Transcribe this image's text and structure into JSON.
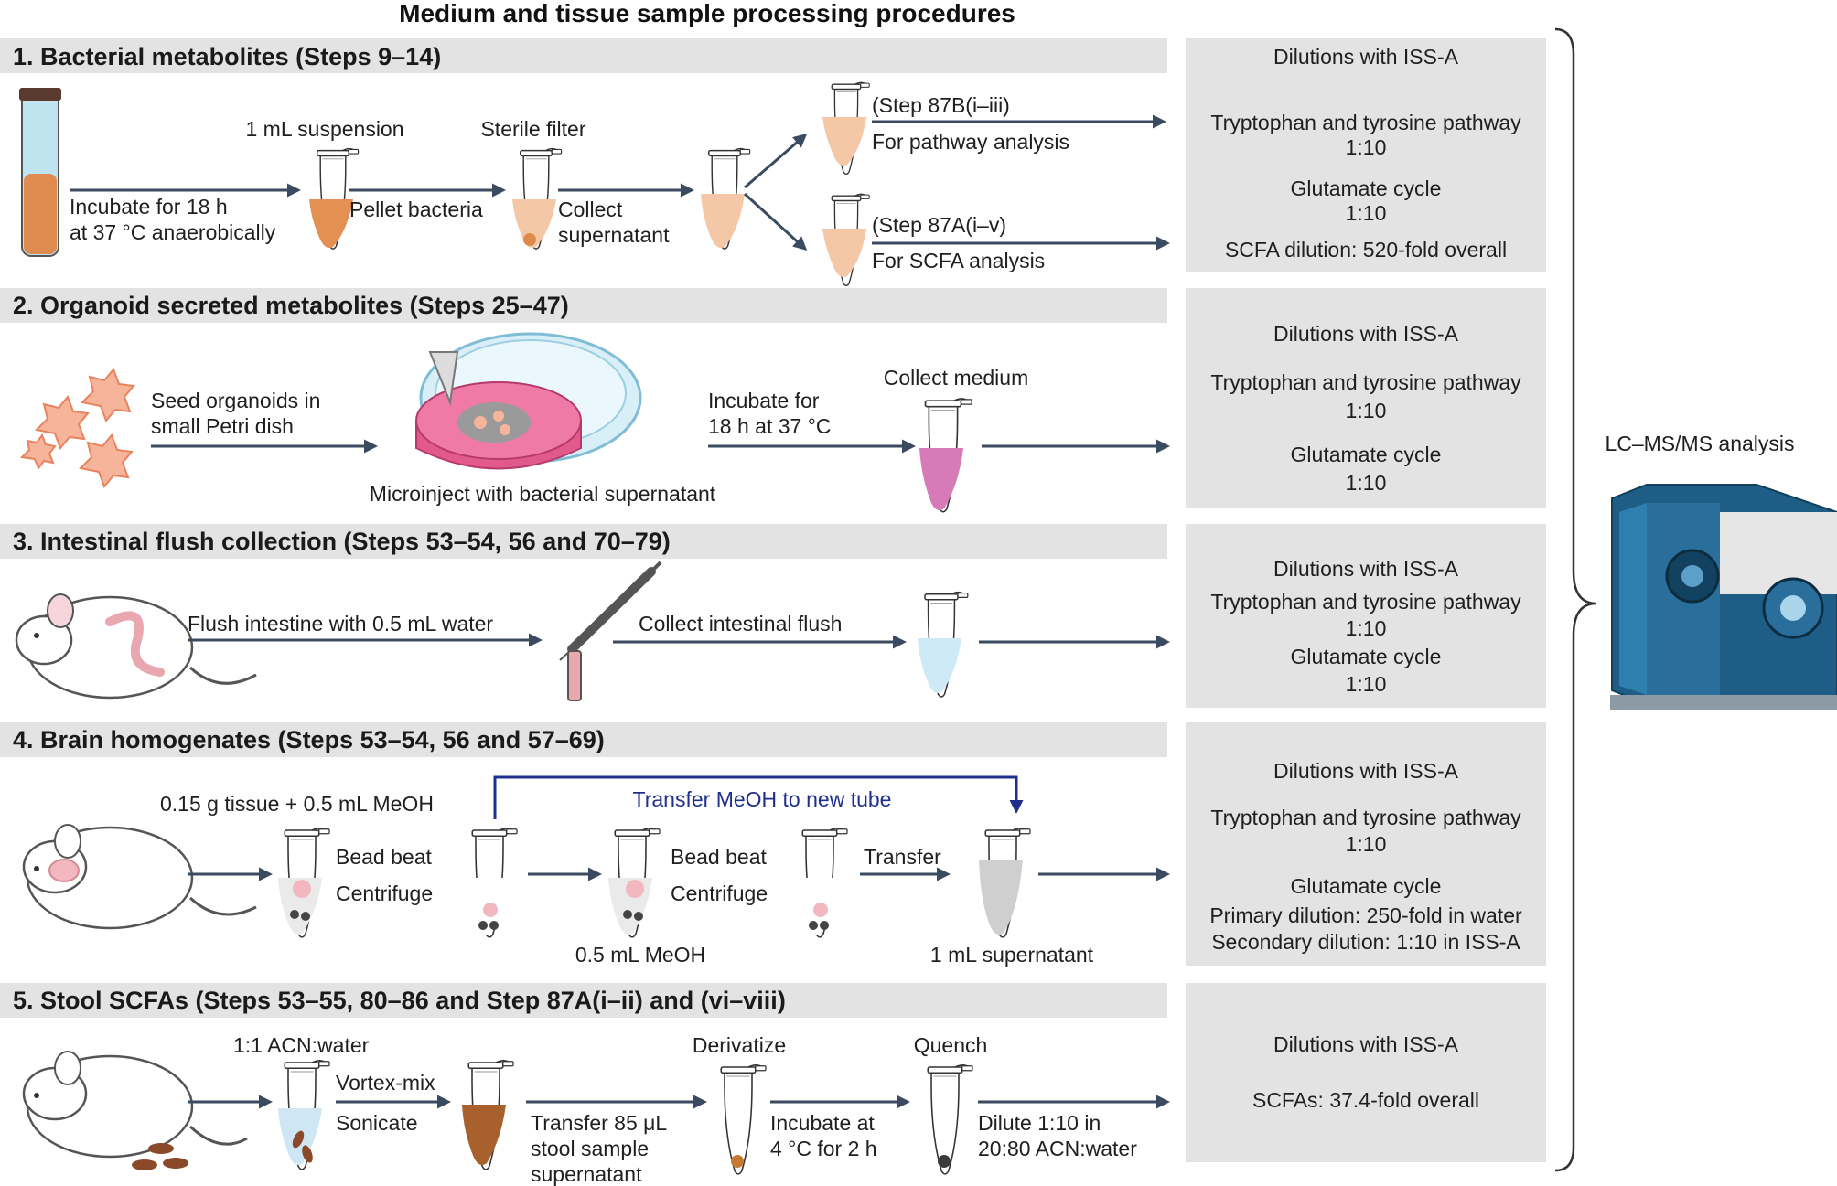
{
  "title": "Medium and tissue sample processing procedures",
  "lcms_label": "LC–MS/MS analysis",
  "sections": [
    {
      "heading": "1. Bacterial metabolites (Steps 9–14)",
      "labels": {
        "incubate_l1": "Incubate for 18 h",
        "incubate_l2": "at 37 °C anaerobically",
        "suspension": "1 mL suspension",
        "pellet": "Pellet bacteria",
        "sterile": "Sterile filter",
        "collect_l1": "Collect",
        "collect_l2": "supernatant",
        "step87b": "(Step 87B(i–iii)",
        "pathway": "For pathway analysis",
        "step87a": "(Step 87A(i–v)",
        "scfa": "For SCFA analysis"
      },
      "dilutions": [
        "Dilutions with ISS-A",
        "Tryptophan and tyrosine pathway",
        "1:10",
        "Glutamate cycle",
        "1:10",
        "SCFA dilution: 520-fold overall"
      ]
    },
    {
      "heading": "2. Organoid secreted metabolites (Steps 25–47)",
      "labels": {
        "seed_l1": "Seed organoids in",
        "seed_l2": "small Petri dish",
        "microinject": "Microinject with bacterial supernatant",
        "incubate_l1": "Incubate for",
        "incubate_l2": "18 h at 37 °C",
        "collect": "Collect medium"
      },
      "dilutions": [
        "Dilutions with ISS-A",
        "Tryptophan and tyrosine pathway",
        "1:10",
        "Glutamate cycle",
        "1:10"
      ]
    },
    {
      "heading": "3. Intestinal flush collection (Steps 53–54, 56 and 70–79)",
      "labels": {
        "flush": "Flush intestine with 0.5 mL water",
        "collect": "Collect intestinal flush"
      },
      "dilutions": [
        "Dilutions with ISS-A",
        "Tryptophan and tyrosine pathway",
        "1:10",
        "Glutamate cycle",
        "1:10"
      ]
    },
    {
      "heading": "4. Brain homogenates (Steps 53–54, 56 and 57–69)",
      "labels": {
        "tissue": "0.15 g tissue + 0.5 mL MeOH",
        "bead1": "Bead beat",
        "cent1": "Centrifuge",
        "transfer_meoh": "Transfer MeOH to new tube",
        "meoh": "0.5 mL MeOH",
        "bead2": "Bead beat",
        "cent2": "Centrifuge",
        "transfer": "Transfer",
        "supernatant": "1 mL supernatant"
      },
      "dilutions": [
        "Dilutions with ISS-A",
        "Tryptophan and tyrosine pathway",
        "1:10",
        "Glutamate cycle",
        "Primary dilution: 250-fold in water",
        "Secondary dilution: 1:10 in ISS-A"
      ]
    },
    {
      "heading": "5. Stool SCFAs (Steps 53–55, 80–86 and Step 87A(i–ii) and (vi–viii)",
      "labels": {
        "acn": "1:1 ACN:water",
        "vortex": "Vortex-mix",
        "sonicate": "Sonicate",
        "transfer_l1": "Transfer 85 μL",
        "transfer_l2": "stool sample",
        "transfer_l3": "supernatant",
        "derivatize": "Derivatize",
        "incubate_l1": "Incubate at",
        "incubate_l2": "4 °C for 2 h",
        "quench": "Quench",
        "dilute_l1": "Dilute 1:10 in",
        "dilute_l2": "20:80 ACN:water"
      },
      "dilutions": [
        "Dilutions with ISS-A",
        "SCFAs: 37.4-fold overall"
      ]
    }
  ]
}
